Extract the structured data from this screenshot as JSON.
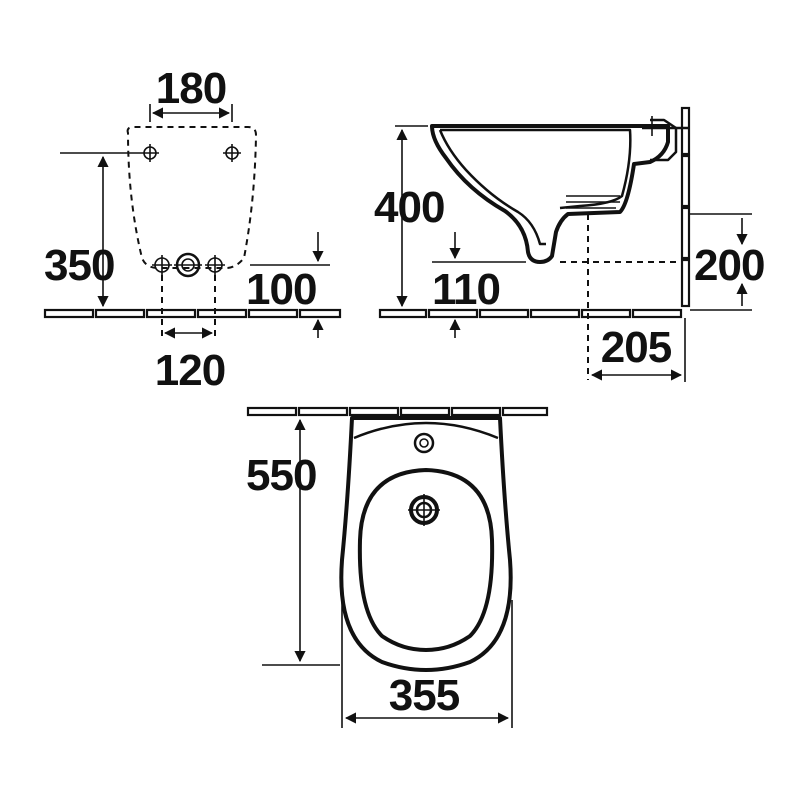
{
  "dimensions": {
    "rear_hole_spacing": "180",
    "fixing_height": "350",
    "inlet_height": "100",
    "inlet_spacing": "120",
    "bowl_height": "400",
    "outlet_height": "110",
    "waste_height": "200",
    "waste_projection": "205",
    "projection": "550",
    "width": "355"
  },
  "colors": {
    "line": "#111111",
    "background": "#ffffff"
  }
}
